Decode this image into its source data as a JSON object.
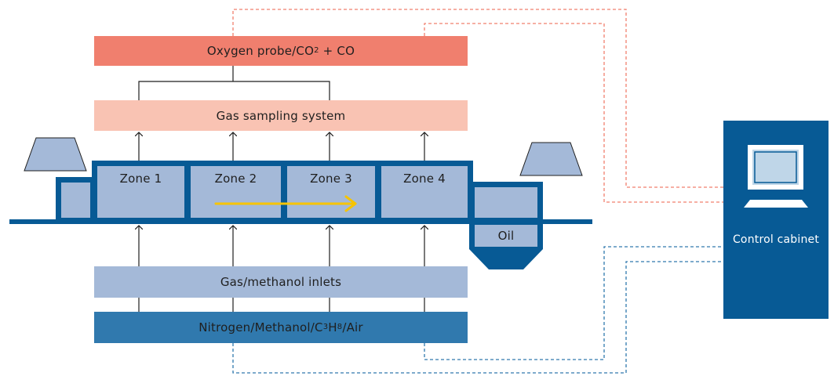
{
  "colors": {
    "oxygen_bar": "#f07f6e",
    "sampling_bar": "#f9c3b3",
    "inlets_bar": "#a4b9d8",
    "nitrogen_bar": "#3079ae",
    "furnace_dark": "#075a95",
    "zone_fill": "#a4b9d8",
    "arrow_yellow": "#f6c400",
    "dash_red": "#f07f6e",
    "dash_blue": "#3079ae",
    "cabinet": "#075a95",
    "screen": "#bfd6e8"
  },
  "oxygen_probe": {
    "pre": "Oxygen probe/CO",
    "sub": "2",
    "post": " + CO"
  },
  "gas_sampling": "Gas sampling system",
  "gas_inlets": "Gas/methanol inlets",
  "nitrogen": {
    "pre": "Nitrogen/Methanol/C",
    "sub1": "3",
    "mid": "H",
    "sub2": "8",
    "post": "/Air"
  },
  "zones": [
    "Zone 1",
    "Zone 2",
    "Zone 3",
    "Zone 4"
  ],
  "oil": "Oil",
  "control_cabinet": "Control cabinet",
  "icons": {
    "monitor": "computer-monitor-icon",
    "keyboard": "keyboard-icon"
  }
}
